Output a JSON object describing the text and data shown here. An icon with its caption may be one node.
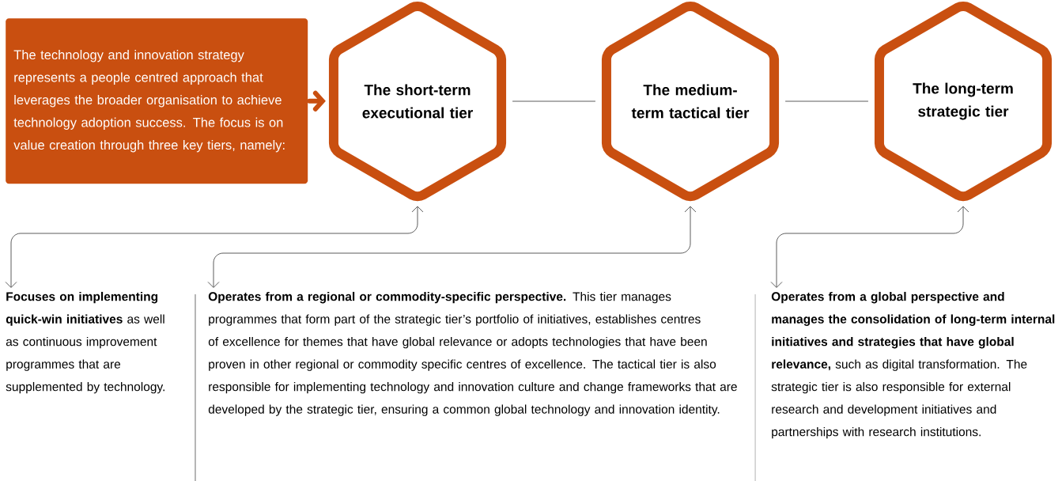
{
  "diagram": {
    "nodes": [
      {
        "text": [
          "The technology and innovation strategy represents a people centred approach that leverages the broader organisation to achieve technology adoption success. The focus is on value creation through three key tiers, namely:"
        ]
      },
      {
        "text": [
          "The short-term executional tier"
        ]
      },
      {
        "text": [
          "The medium-term tactical tier"
        ]
      },
      {
        "text": [
          "The long-term strategic tier"
        ]
      },
      {
        "text": [
          "**Focuses on implementing quick-win initiatives** as well as continuous improvement programmes that are supplemented by technology."
        ]
      },
      {
        "text": [
          "**Operates from a regional or commodity-specific perspective.** This tier manages programmes that form part of the strategic tier’s portfolio of initiatives, establishes centres of excellence for themes that have global relevance or adopts technologies that have been proven in other regional or commodity specific centres of excellence. The tactical tier is also responsible for implementing technology and innovation culture and change frameworks that are developed by the strategic tier, ensuring a common global technology and innovation identity."
        ]
      },
      {
        "text": [
          "**Operates from a global perspective and manages the consolidation of long-term internal initiatives and strategies that have global relevance,** such as digital transformation. The strategic tier is also responsible for external research and development initiatives and partnerships with research institutions."
        ]
      }
    ],
    "edges": [
      {
        "from": 0,
        "to": 1,
        "arrow": "to",
        "style": "thick",
        "color": "#c94f10"
      },
      {
        "from": 1,
        "to": 2,
        "arrow": "none"
      },
      {
        "from": 2,
        "to": 3,
        "arrow": "none"
      },
      {
        "from": 1,
        "to": 4,
        "arrow": "both"
      },
      {
        "from": 2,
        "to": 5,
        "arrow": "both"
      },
      {
        "from": 3,
        "to": 6,
        "arrow": "both"
      }
    ]
  }
}
